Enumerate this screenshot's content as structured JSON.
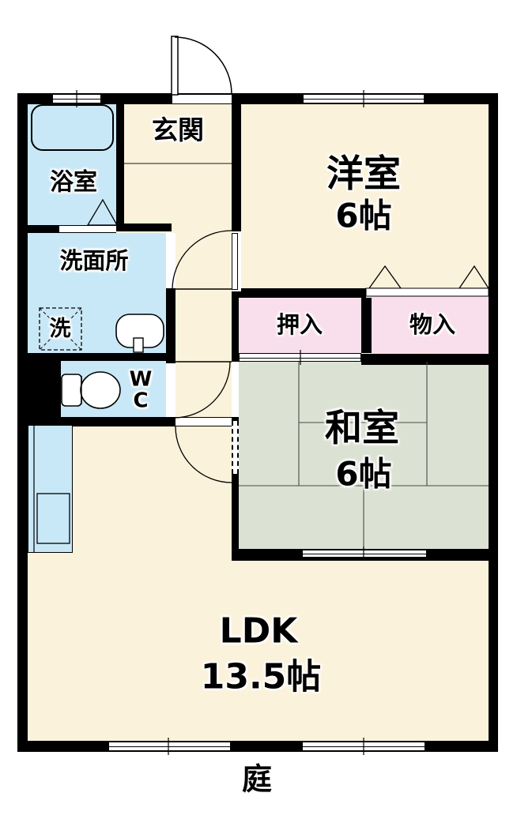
{
  "title": "floor-plan",
  "colors": {
    "wall": "#000000",
    "cream": "#FBF2DB",
    "water": "#C9E8F7",
    "pink": "#F9DEEB",
    "tatami": "#DBE2D3"
  },
  "rooms": {
    "genkan": {
      "label": "玄関"
    },
    "bathroom": {
      "label": "浴室"
    },
    "washroom": {
      "label": "洗面所"
    },
    "washer": {
      "label": "洗"
    },
    "wc": {
      "label": "W\nC"
    },
    "western": {
      "label": "洋室",
      "size": "6帖"
    },
    "oshiire": {
      "label": "押入"
    },
    "monoire": {
      "label": "物入"
    },
    "washitsu": {
      "label": "和室",
      "size": "6帖"
    },
    "ldk": {
      "label": "LDK",
      "size": "13.5帖"
    },
    "garden": {
      "label": "庭"
    }
  },
  "icons": {
    "bathtub": "bathtub-icon",
    "washing_machine": "washing-machine-icon",
    "sink": "sink-icon",
    "toilet": "toilet-icon",
    "kitchen_counter": "kitchen-counter-icon"
  }
}
